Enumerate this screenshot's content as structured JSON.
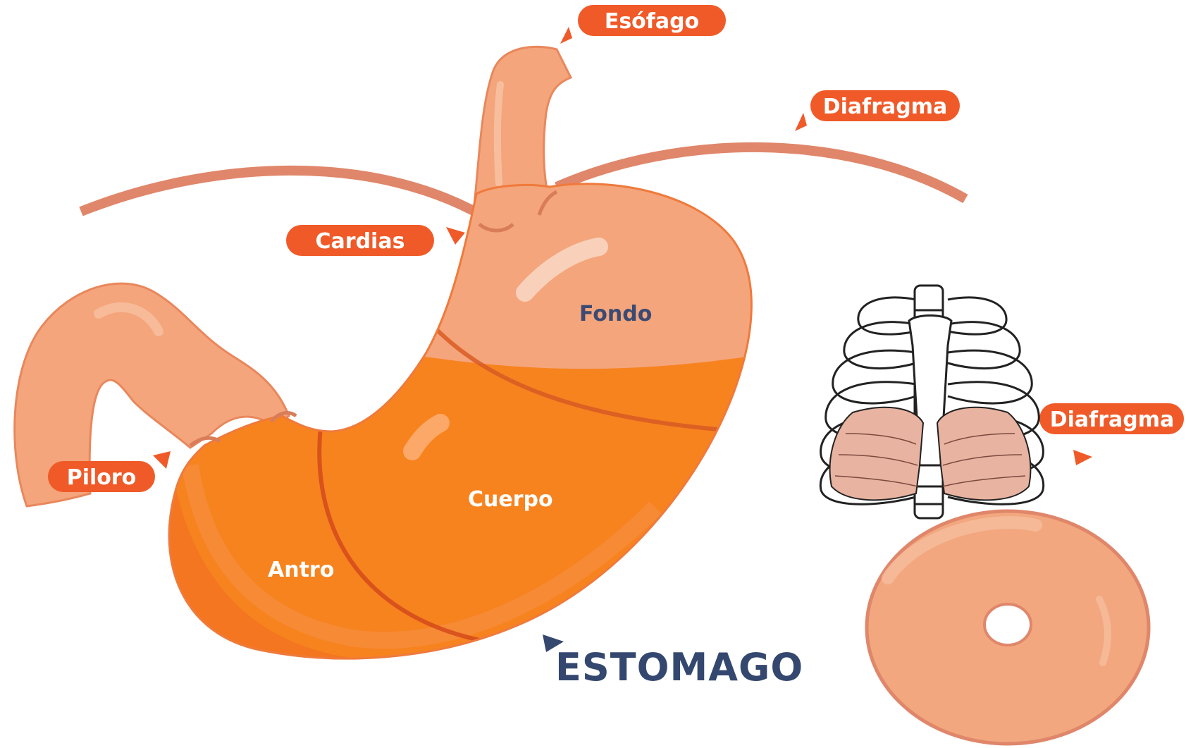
{
  "labels": {
    "esofago": "Esófago",
    "diafragma_top": "Diafragma",
    "cardias": "Cardias",
    "piloro": "Piloro",
    "diafragma_right": "Diafragma"
  },
  "regions": {
    "fondo": "Fondo",
    "cuerpo": "Cuerpo",
    "antro": "Antro"
  },
  "title": "ESTOMAGO",
  "colors": {
    "label_bg": "#f05a28",
    "title": "#34476f",
    "fondo_text": "#3a4a72",
    "stomach_upper": "#f4a57c",
    "stomach_lower": "#f7831f",
    "diaphragm_line": "#e0866a",
    "diaphragm_disc": "#f2a77e"
  }
}
